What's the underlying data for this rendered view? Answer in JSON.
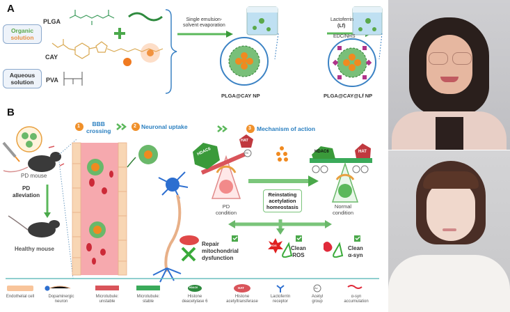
{
  "panel_a": {
    "letter": "A",
    "organic_box": {
      "line1": "Organic",
      "line2": "solution"
    },
    "aqueous_box": {
      "line1": "Aqueous",
      "line2": "solution"
    },
    "compounds": [
      "PLGA",
      "CAY",
      "PVA"
    ],
    "step1": {
      "line1": "Single emulsion-",
      "line2": "solvent evaporation"
    },
    "step2": {
      "line1": "Lactoferrin",
      "line2": "(Lf)",
      "line3": "EDC/NHS"
    },
    "np1_label": "PLGA@CAY NP",
    "np2_label": "PLGA@CAY@Lf NP"
  },
  "panel_b": {
    "letter": "B",
    "steps": [
      {
        "num": "1",
        "label_line1": "BBB",
        "label_line2": "crossing"
      },
      {
        "num": "2",
        "label_line1": "Neuronal uptake"
      },
      {
        "num": "3",
        "label_line1": "Mechanism of action"
      }
    ],
    "pd_mouse": "PD mouse",
    "pd_alleviation": {
      "line1": "PD",
      "line2": "alleviation"
    },
    "healthy_mouse": "Healthy mouse",
    "hdac6_left": "HDAC6",
    "hat_left": "HAT",
    "hdac6_right": "HDAC6",
    "hat_right": "HAT",
    "ac": "Ac",
    "pd_condition": {
      "line1": "PD",
      "line2": "condition"
    },
    "normal_condition": {
      "line1": "Normal",
      "line2": "condition"
    },
    "reinstating": {
      "line1": "Reinstating",
      "line2": "acetylation",
      "line3": "homeostasis"
    },
    "outcomes": [
      {
        "line1": "Repair",
        "line2": "mitochondrial",
        "line3": "dysfunction"
      },
      {
        "line1": "Clean",
        "line2": "ROS"
      },
      {
        "line1": "Clean",
        "line2": "α-syn"
      }
    ],
    "ros_badge": "ROS"
  },
  "legend": [
    {
      "line1": "Endothelial cell",
      "line2": ""
    },
    {
      "line1": "Dopaminergic",
      "line2": "neuron"
    },
    {
      "line1": "Microtubule:",
      "line2": "unstable"
    },
    {
      "line1": "Microtubule:",
      "line2": "stable"
    },
    {
      "line1": "Histone",
      "line2": "deacetylase 6",
      "badge": "HDAC6"
    },
    {
      "line1": "Histone",
      "line2": "acetyltransferase",
      "badge": "HAT"
    },
    {
      "line1": "Lactoferrin",
      "line2": "receptor"
    },
    {
      "line1": "Acetyl",
      "line2": "group",
      "badge": "Ac"
    },
    {
      "line1": "α-syn",
      "line2": "accumulation"
    }
  ],
  "colors": {
    "green": "#4aa84a",
    "orange": "#f0902a",
    "blue": "#2a7fc0",
    "magenta": "#b0338a",
    "red": "#d9545a",
    "vessel": "#f6a9ae"
  }
}
